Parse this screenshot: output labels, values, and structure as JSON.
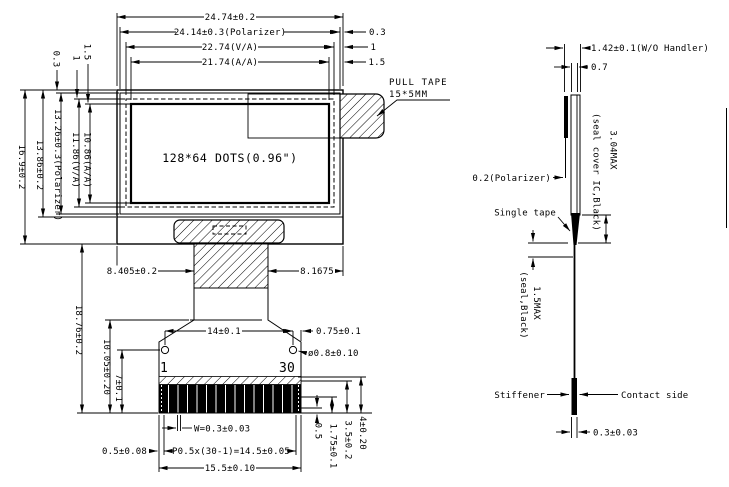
{
  "drawing": {
    "front_view": {
      "display_text": "128*64 DOTS(0.96\")",
      "pull_tape_line1": "PULL TAPE",
      "pull_tape_line2": "15*5MM",
      "pin_first": "1",
      "pin_last": "30",
      "dims_top": [
        "24.74±0.2",
        "24.14±0.3(Polarizer)",
        "22.74(V/A)",
        "21.74(A/A)"
      ],
      "dims_top_right": [
        "0.3",
        "1",
        "1.5"
      ],
      "dims_left": [
        "16.9±0.2",
        "13.86±0.2",
        "13.26±0.3(Polarizer)",
        "11.86(V/A)",
        "10.86(A/A)"
      ],
      "dims_left_top": [
        "0.3",
        "1",
        "1.5"
      ],
      "dim_tab_left": "8.405±0.2",
      "dim_tab_right": "8.1675",
      "dim_flex_total": "18.76±0.2",
      "dim_fold": "10.05±0.20",
      "dim_hole_bottom": "7±0.1",
      "dim_hole_pitch": "14±0.1",
      "dim_hole_edge": "0.75±0.1",
      "dim_hole_dia": "ø0.8±0.10",
      "dim_pin_width": "W=0.3±0.03",
      "dim_pin_margin": "0.5±0.08",
      "dim_pin_pitch": "P0.5x(30-1)=14.5±0.05",
      "dim_flex_width": "15.5±0.10",
      "dims_contact_right": [
        "0.5",
        "1.75±0.1",
        "3.5±0.2",
        "4±0.20"
      ]
    },
    "side_view": {
      "dim_total_thickness": "1.42±0.1(W/O Handler)",
      "dim_glass_thickness": "0.7",
      "dim_seal_ic": "3.04MAX",
      "dim_seal_ic_note": "(seal cover IC,Black)",
      "dim_polarizer": "0.2(Polarizer)",
      "label_single_tape": "Single tape",
      "dim_seal": "1.5MAX",
      "dim_seal_note": "(seal,Black)",
      "label_stiffener": "Stiffener",
      "label_contact_side": "Contact side",
      "dim_stiffener_thickness": "0.3±0.03"
    }
  }
}
